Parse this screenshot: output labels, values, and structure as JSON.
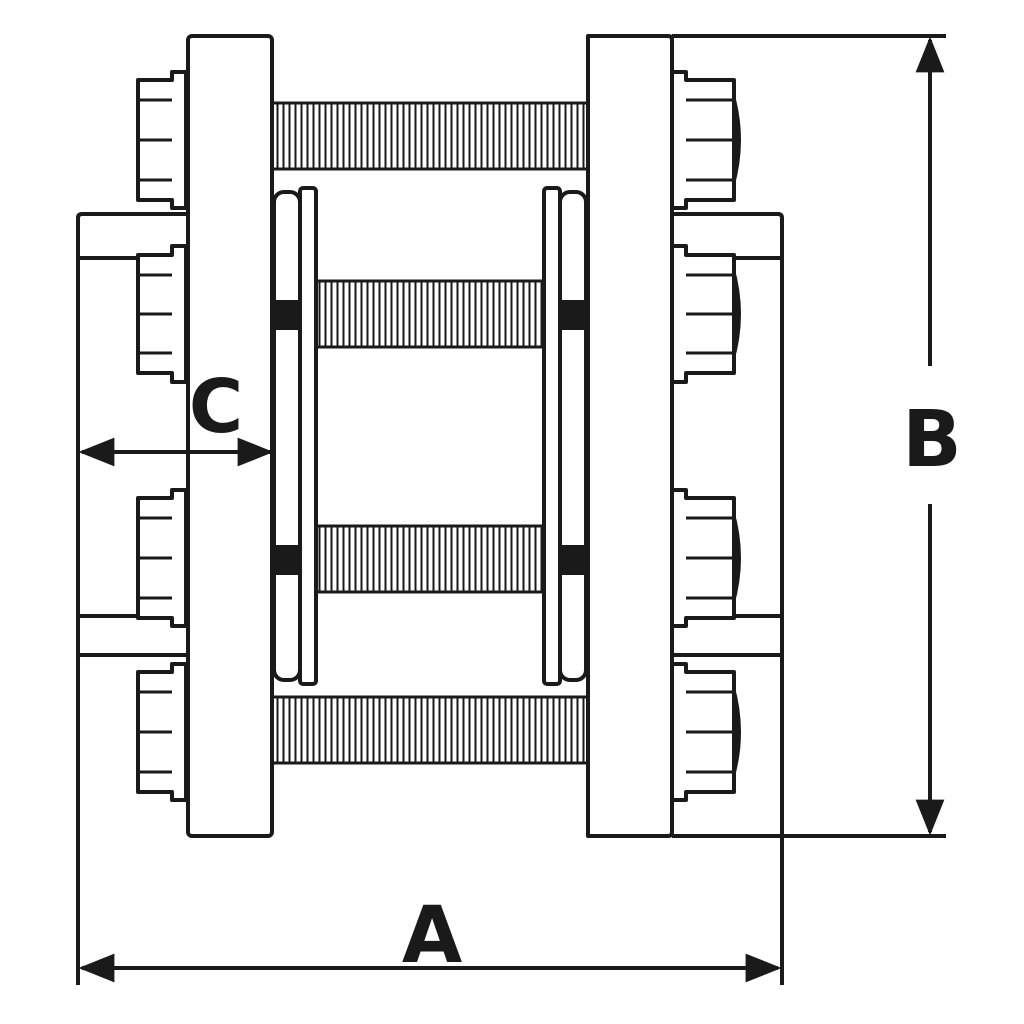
{
  "drawing": {
    "subject": "flange-coupling-assembly"
  },
  "dimensions": {
    "a_label": "A",
    "b_label": "B",
    "c_label": "C"
  }
}
